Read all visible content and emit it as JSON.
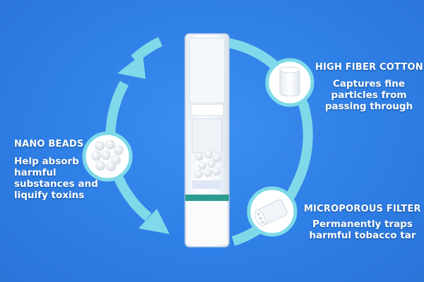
{
  "features": [
    {
      "title": "HIGH FIBER COTTON",
      "description": "Captures fine particles from passing through",
      "icon": "cotton-roll-icon"
    },
    {
      "title": "NANO BEADS",
      "description": "Help absorb harmful substances and liquify toxins",
      "icon": "nano-beads-icon"
    },
    {
      "title": "MICROPOROUS FILTER",
      "description": "Permanently traps harmful tobacco tar",
      "icon": "microporous-filter-icon"
    }
  ],
  "colors": {
    "background": "#2e7fe6",
    "ring": "#7fd9e8",
    "accent_band": "#2a9d8f",
    "text": "#ffffff"
  }
}
